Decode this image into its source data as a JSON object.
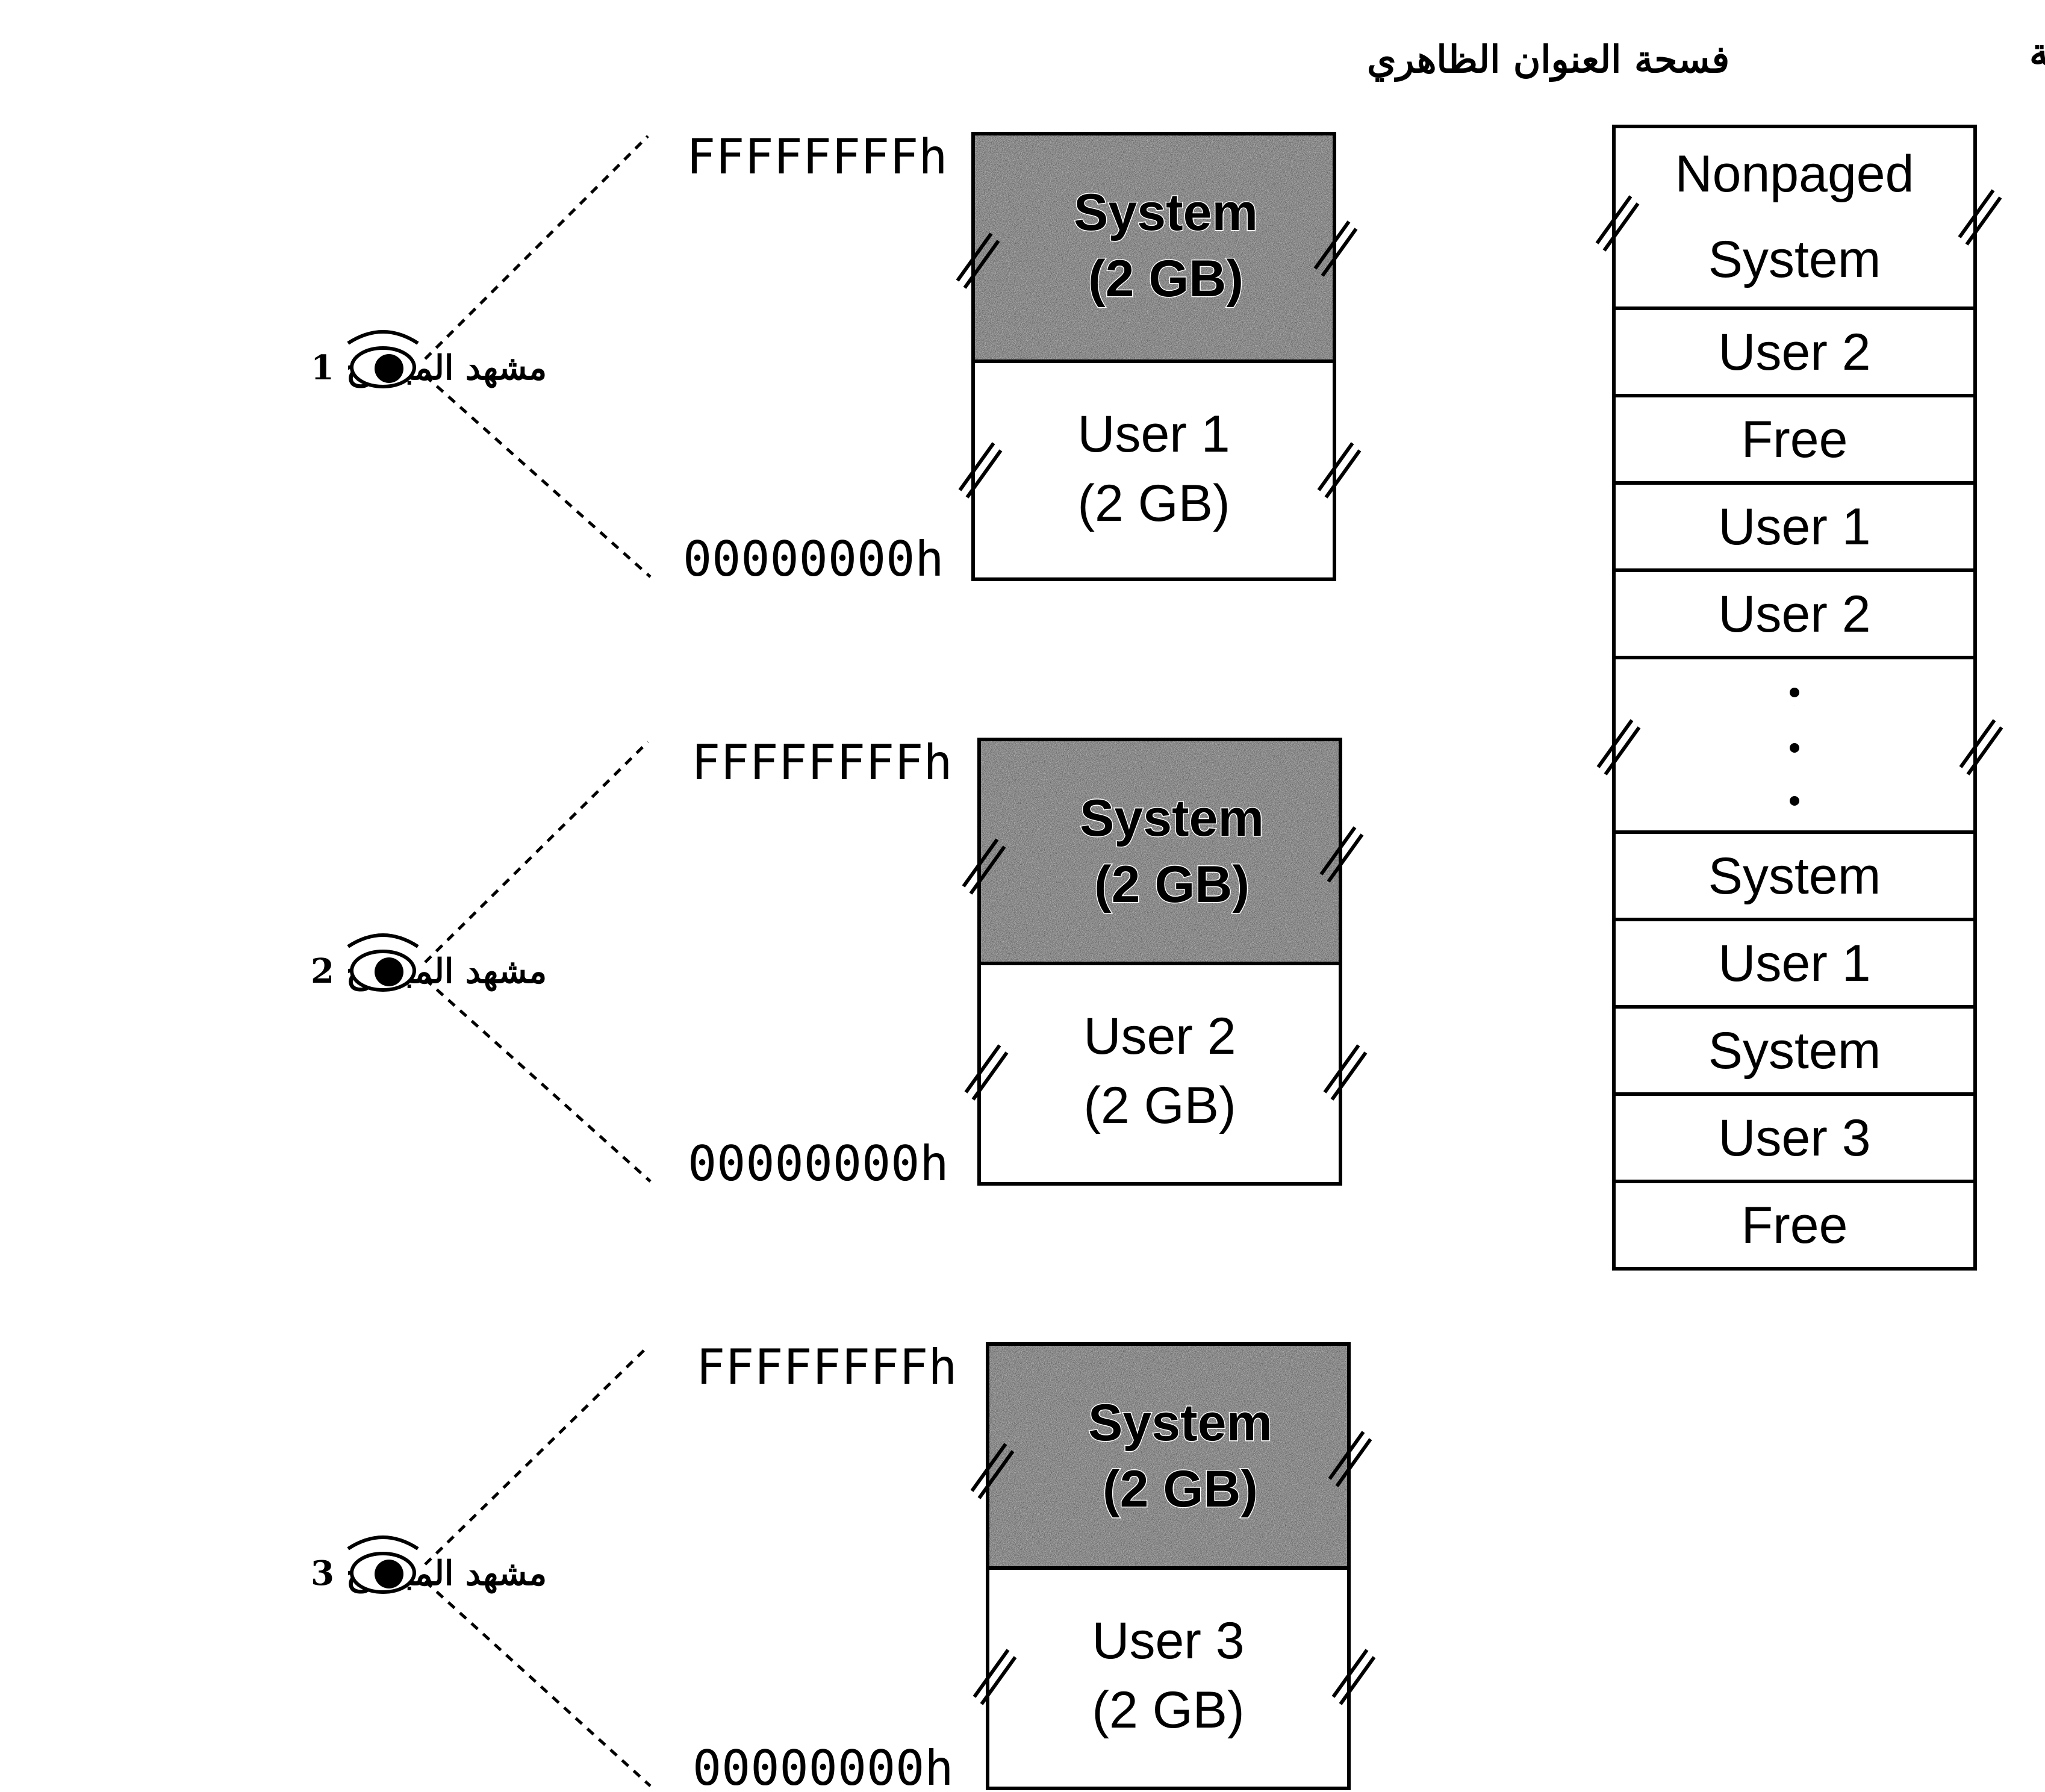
{
  "headers": {
    "physical_memory": "لقطة سريعة للذاكرة الفعليّة",
    "virtual_address_space": "فسحة العنوان الظاهري"
  },
  "views": [
    {
      "label": "مشهد المبرمج 1",
      "icon": "eye-icon",
      "top_address": "FFFFFFFFh",
      "bottom_address": "00000000h",
      "system_label": "System",
      "system_size": "(2 GB)",
      "user_label": "User 1",
      "user_size": "(2 GB)"
    },
    {
      "label": "مشهد المبرمج 2",
      "icon": "eye-icon",
      "top_address": "FFFFFFFFh",
      "bottom_address": "00000000h",
      "system_label": "System",
      "system_size": "(2 GB)",
      "user_label": "User 2",
      "user_size": "(2 GB)"
    },
    {
      "label": "مشهد المبرمج 3",
      "icon": "eye-icon",
      "top_address": "FFFFFFFFh",
      "bottom_address": "00000000h",
      "system_label": "System",
      "system_size": "(2 GB)",
      "user_label": "User 3",
      "user_size": "(2 GB)"
    }
  ],
  "physical_memory": {
    "first_block": [
      "Nonpaged",
      "System"
    ],
    "blocks": [
      "User 2",
      "Free",
      "User 1",
      "User 2",
      ". . .",
      "System",
      "User 1",
      "System",
      "User 3",
      "Free"
    ]
  },
  "colors": {
    "system_fill": "#b8b8b8",
    "line": "#000000"
  }
}
